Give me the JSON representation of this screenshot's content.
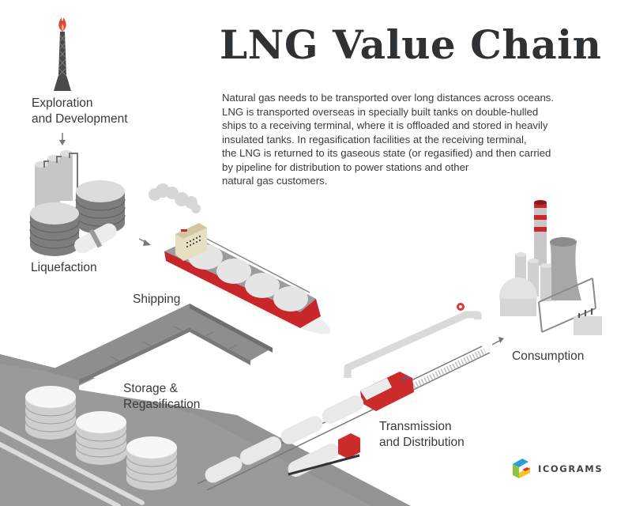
{
  "title": "LNG Value Chain",
  "description": [
    "Natural gas needs to be transported over long distances across oceans.",
    "LNG is transported overseas in specially built tanks on double-hulled",
    "ships to a receiving terminal, where it is offloaded and stored in heavily",
    "insulated tanks. In regasification facilities at the receiving terminal,",
    "the LNG is returned to its gaseous state (or regasified) and then carried",
    "by pipeline for distribution to power stations and other",
    "natural gas customers."
  ],
  "stages": [
    {
      "id": "exploration",
      "lines": [
        "Exploration",
        "and Development"
      ],
      "icon": "oil-derrick"
    },
    {
      "id": "liquefaction",
      "lines": [
        "Liquefaction"
      ],
      "icon": "liquefaction-plant"
    },
    {
      "id": "shipping",
      "lines": [
        "Shipping"
      ],
      "icon": "lng-carrier-ship"
    },
    {
      "id": "storage",
      "lines": [
        "Storage &",
        "Regasification"
      ],
      "icon": "storage-tanks"
    },
    {
      "id": "transmission",
      "lines": [
        "Transmission",
        "and Distribution"
      ],
      "icon": "train-and-truck"
    },
    {
      "id": "consumption",
      "lines": [
        "Consumption"
      ],
      "icon": "power-plant"
    }
  ],
  "logo": {
    "text": "ICOGRAMS",
    "colors": {
      "blue": "#2f9bd6",
      "green": "#8cc63e",
      "yellow": "#f7c325",
      "red": "#e2342b"
    }
  },
  "colors": {
    "accent_red": "#c8262a",
    "title": "#2f3235",
    "text": "#3a3a3a",
    "ground": "#8f8f8f",
    "light_gray": "#e6e6e6"
  }
}
